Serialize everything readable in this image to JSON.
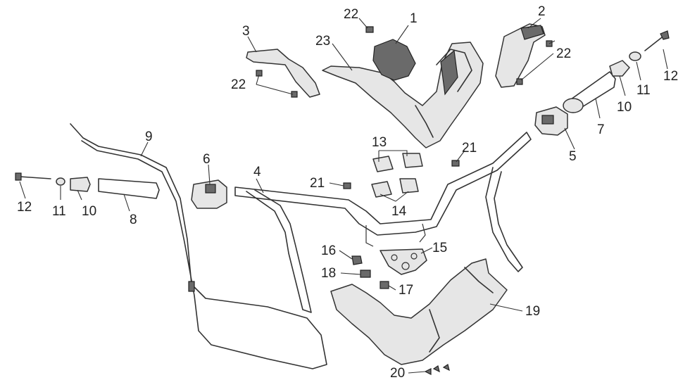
{
  "callouts": {
    "c1": "1",
    "c2": "2",
    "c3": "3",
    "c4": "4",
    "c5": "5",
    "c6": "6",
    "c7": "7",
    "c8": "8",
    "c9": "9",
    "c10a": "10",
    "c10b": "10",
    "c11a": "11",
    "c11b": "11",
    "c12a": "12",
    "c12b": "12",
    "c13": "13",
    "c14": "14",
    "c15": "15",
    "c16": "16",
    "c17": "17",
    "c18": "18",
    "c19": "19",
    "c20": "20",
    "c21a": "21",
    "c21b": "21",
    "c22a": "22",
    "c22b": "22",
    "c22c": "22",
    "c23": "23"
  }
}
